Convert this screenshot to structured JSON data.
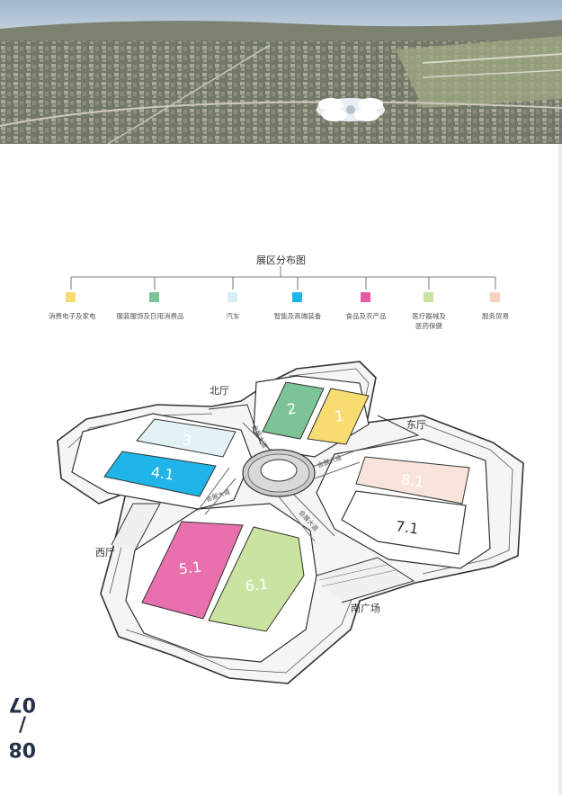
{
  "legend": {
    "title": "展区分布图",
    "items": [
      {
        "id": "a",
        "label": "消费电子及家电",
        "color": "#f7dc6f"
      },
      {
        "id": "b",
        "label": "服装服饰及日用消费品",
        "color": "#7cc497"
      },
      {
        "id": "c",
        "label": "汽车",
        "color": "#d6eef3"
      },
      {
        "id": "d",
        "label": "智能及高端装备",
        "color": "#1fb5e9"
      },
      {
        "id": "e",
        "label": "食品及农产品",
        "color": "#e65aa3"
      },
      {
        "id": "f",
        "label": "医疗器械及\n医药保健",
        "color": "#c9e3a0"
      },
      {
        "id": "g",
        "label": "服务贸易",
        "color": "#f7d1c0"
      }
    ]
  },
  "map": {
    "halls": {
      "h1": "1",
      "h2": "2",
      "h3": "3",
      "h41": "4.1",
      "h51": "5.1",
      "h61": "6.1",
      "h71": "7.1",
      "h81": "8.1"
    },
    "labels": {
      "north": "北厅",
      "east": "东厅",
      "west": "西厅",
      "south": "南广场"
    },
    "road": "会展大道"
  },
  "page_numbers": {
    "top": "07",
    "bottom": "08"
  }
}
